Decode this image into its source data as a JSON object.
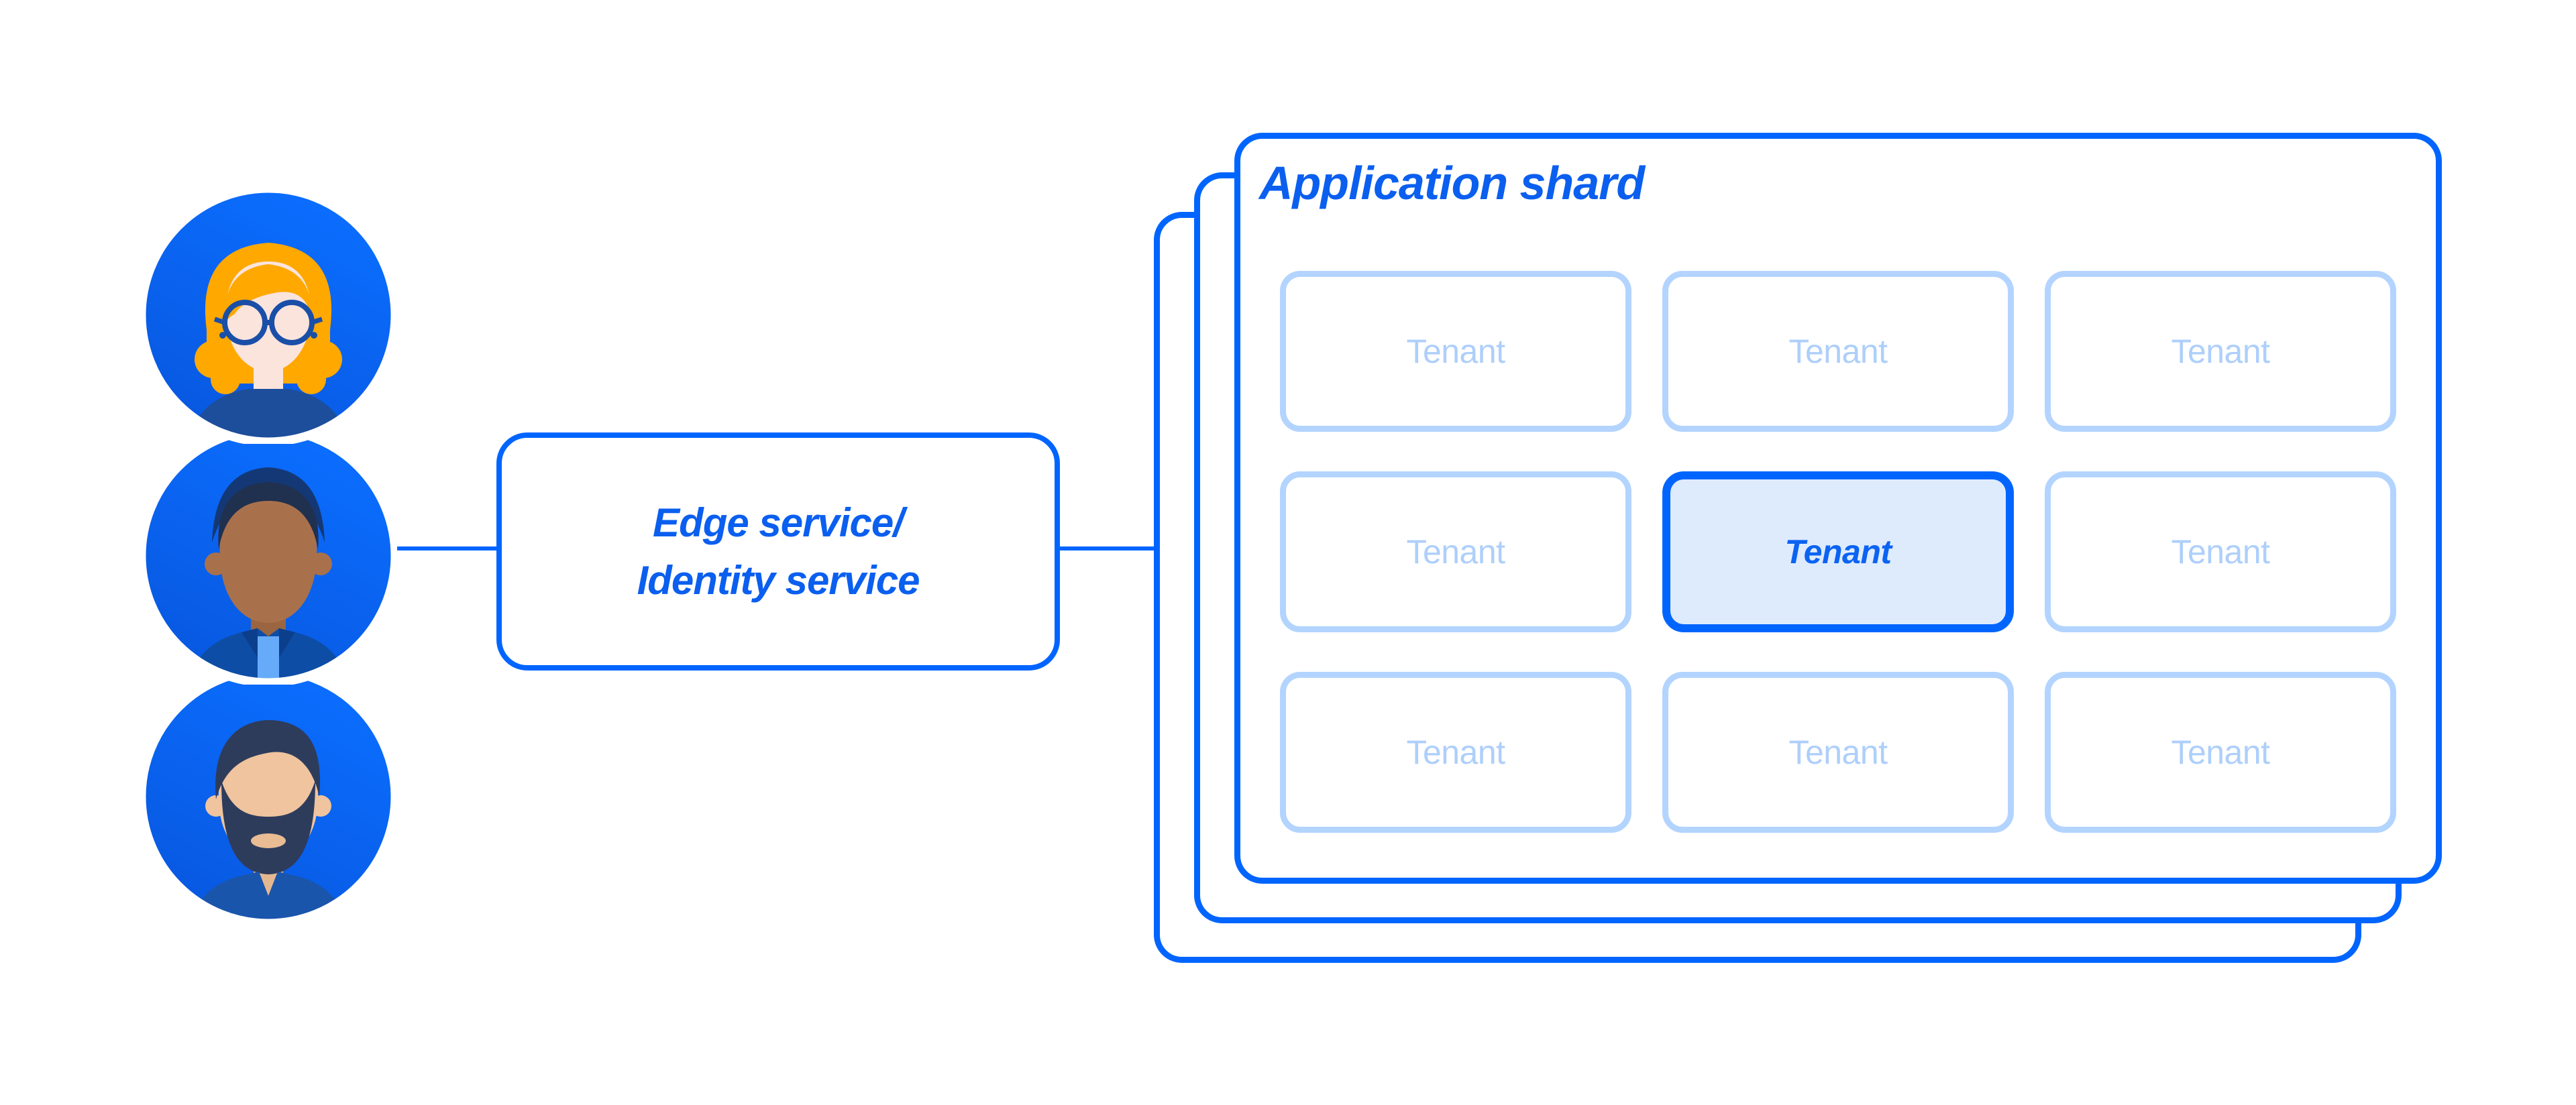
{
  "diagram": {
    "users": [
      {
        "name": "user-woman-glasses"
      },
      {
        "name": "user-man"
      },
      {
        "name": "user-man-beard"
      }
    ],
    "edge_service_box": {
      "line1": "Edge service/",
      "line2": "Identity service"
    },
    "application_shard": {
      "title": "Application shard",
      "stacked_card_count": 3,
      "tenants": [
        {
          "label": "Tenant",
          "highlighted": false
        },
        {
          "label": "Tenant",
          "highlighted": false
        },
        {
          "label": "Tenant",
          "highlighted": false
        },
        {
          "label": "Tenant",
          "highlighted": false
        },
        {
          "label": "Tenant",
          "highlighted": true
        },
        {
          "label": "Tenant",
          "highlighted": false
        },
        {
          "label": "Tenant",
          "highlighted": false
        },
        {
          "label": "Tenant",
          "highlighted": false
        },
        {
          "label": "Tenant",
          "highlighted": false
        }
      ]
    },
    "colors": {
      "primary_blue": "#0065FF",
      "text_blue": "#0B5FEF",
      "light_blue_border": "#B3D4FF",
      "light_blue_text": "#AECFFB",
      "tenant_highlight_fill": "#DEEBFD",
      "avatar_circle_blue_top": "#0B6EFF",
      "avatar_circle_blue_bottom": "#0857DF"
    }
  }
}
